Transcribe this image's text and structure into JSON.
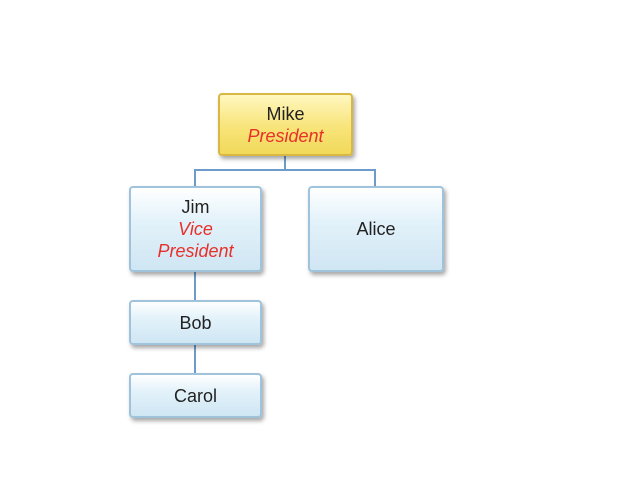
{
  "org_chart": {
    "nodes": [
      {
        "id": "mike",
        "name": "Mike",
        "title": "President",
        "style": "gold"
      },
      {
        "id": "jim",
        "name": "Jim",
        "title": "Vice President",
        "style": "blue"
      },
      {
        "id": "alice",
        "name": "Alice",
        "title": "",
        "style": "blue"
      },
      {
        "id": "bob",
        "name": "Bob",
        "title": "",
        "style": "blue"
      },
      {
        "id": "carol",
        "name": "Carol",
        "title": "",
        "style": "blue"
      }
    ],
    "edges": [
      {
        "from": "mike",
        "to": "jim"
      },
      {
        "from": "mike",
        "to": "alice"
      },
      {
        "from": "jim",
        "to": "bob"
      },
      {
        "from": "bob",
        "to": "carol"
      }
    ],
    "colors": {
      "title_text": "#e8302a",
      "connector": "#6d9ccc",
      "gold_fill": "#f8e479",
      "blue_fill": "#e3f2fa"
    }
  }
}
